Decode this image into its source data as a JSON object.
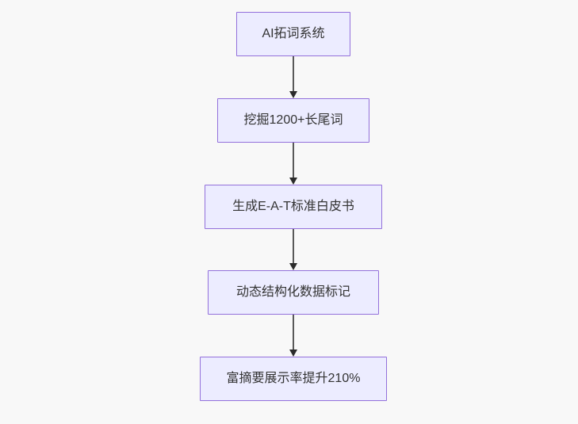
{
  "flowchart": {
    "type": "flowchart",
    "direction": "top-down",
    "nodes": [
      {
        "id": "n1",
        "label": "AI拓词系统"
      },
      {
        "id": "n2",
        "label": "挖掘1200+长尾词"
      },
      {
        "id": "n3",
        "label": "生成E-A-T标准白皮书"
      },
      {
        "id": "n4",
        "label": "动态结构化数据标记"
      },
      {
        "id": "n5",
        "label": "富摘要展示率提升210%"
      }
    ],
    "edges": [
      {
        "from": "n1",
        "to": "n2",
        "arrow": "down"
      },
      {
        "from": "n2",
        "to": "n3",
        "arrow": "down"
      },
      {
        "from": "n3",
        "to": "n4",
        "arrow": "down"
      },
      {
        "from": "n4",
        "to": "n5",
        "arrow": "down"
      }
    ],
    "style": {
      "background": "#f8f8f8",
      "node_fill": "#ECECFF",
      "node_border": "#9370DB",
      "text": "#333333",
      "edge_line": "#595959",
      "arrow_head": "#2b2b2b"
    }
  }
}
